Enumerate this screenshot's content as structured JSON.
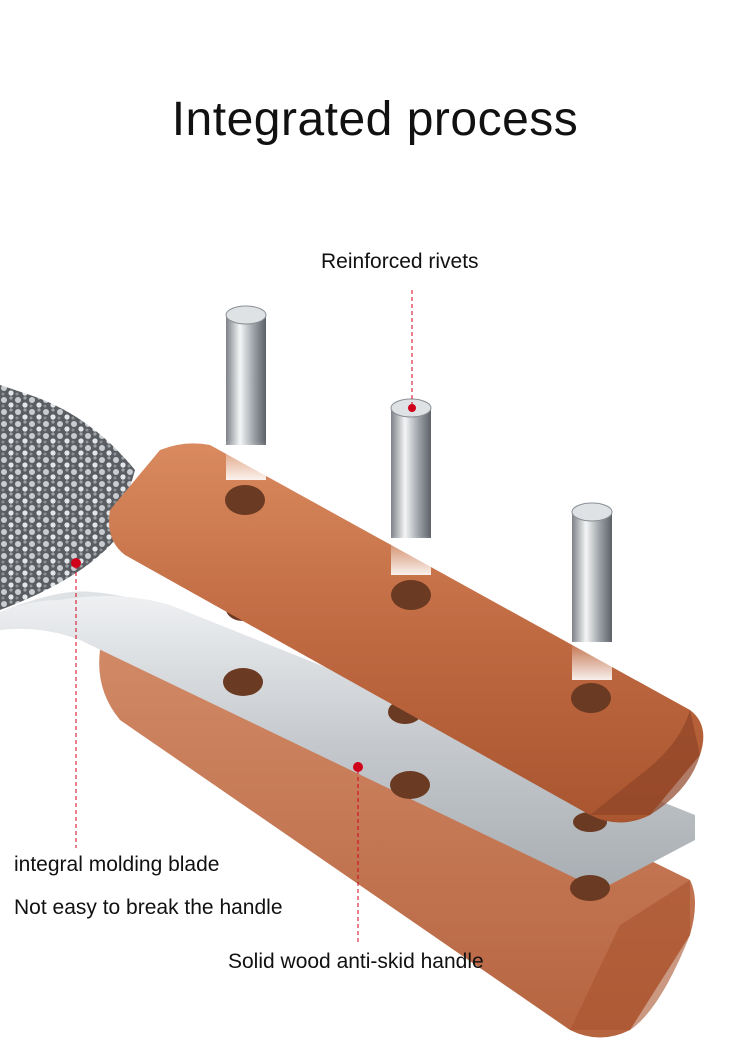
{
  "title": "Integrated process",
  "callouts": {
    "rivets": "Reinforced rivets",
    "blade_line1": "integral molding blade",
    "blade_line2": "Not easy to break the handle",
    "handle": "Solid wood anti-skid handle"
  },
  "colors": {
    "accent_red": "#d0021b",
    "wood": "#b8643f",
    "steel": "#c9cdd1"
  }
}
